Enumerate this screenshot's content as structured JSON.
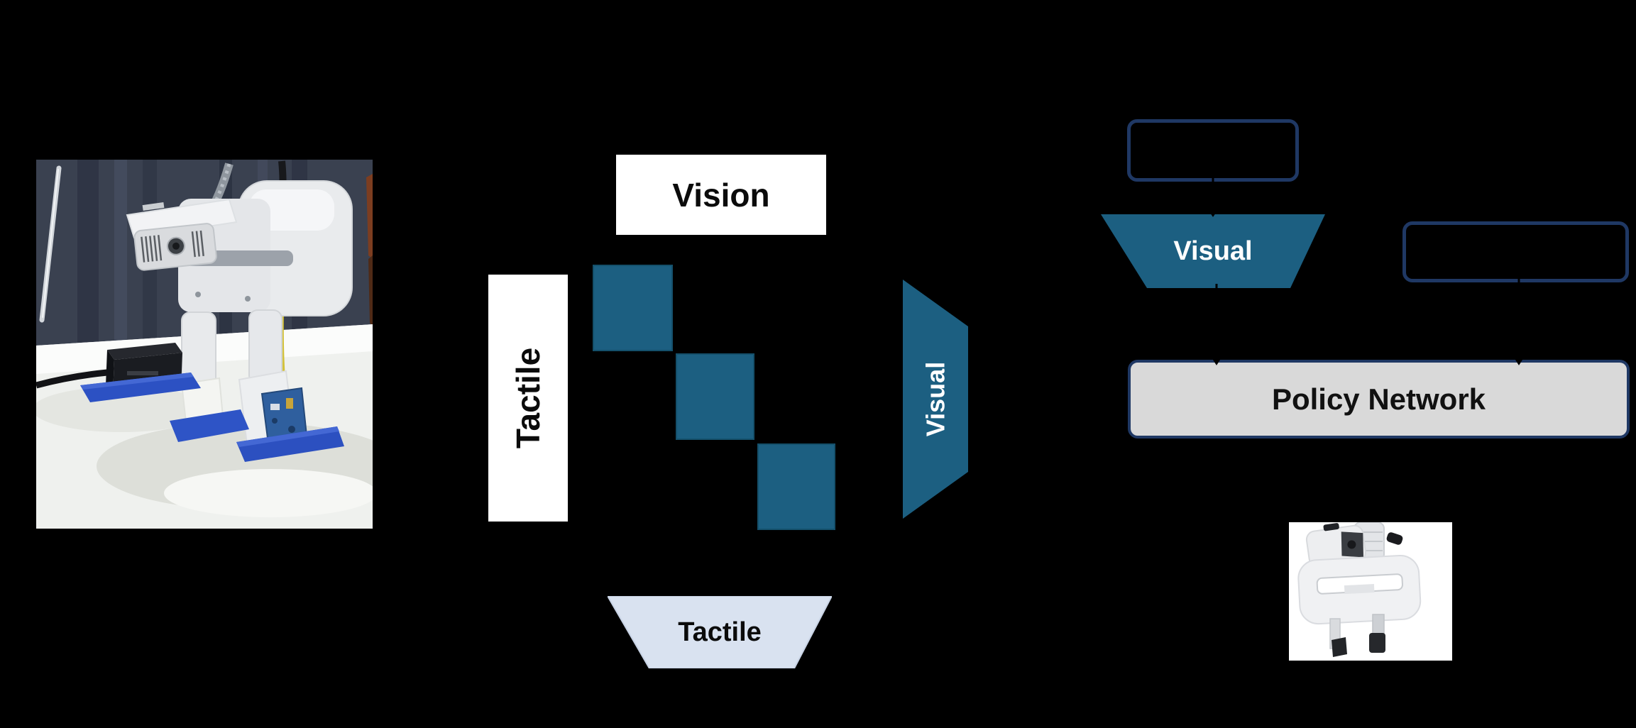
{
  "figure": {
    "vision_label": "Vision",
    "tactile_axis_label": "Tactile",
    "visual_encoder_side_label": "Visual",
    "visual_encoder_top_label": "Visual",
    "tactile_encoder_label": "Tactile",
    "policy_network_label": "Policy Network"
  },
  "colors": {
    "background": "#000000",
    "encoder_teal": "#1C5F81",
    "navy_outline": "#1F3864",
    "tactile_encoder_fill": "#D9E2F0",
    "policy_fill": "#D9D9D9",
    "matrix_cell_fill": "#1C5F81",
    "blue_tape": "#2C51C3"
  },
  "matrix": {
    "diagonal_cells": 3
  }
}
